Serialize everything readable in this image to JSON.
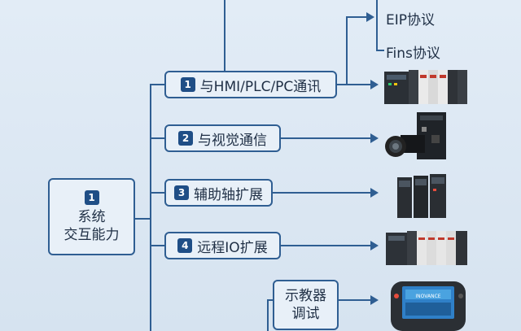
{
  "system": {
    "num": "1",
    "line1": "系统",
    "line2": "交互能力"
  },
  "items": [
    {
      "num": "1",
      "label": "与HMI/PLC/PC通讯"
    },
    {
      "num": "2",
      "label": "与视觉通信"
    },
    {
      "num": "3",
      "label": "辅助轴扩展"
    },
    {
      "num": "4",
      "label": "远程IO扩展"
    }
  ],
  "teach": {
    "line1": "示教器",
    "line2": "调试"
  },
  "protocols": [
    "EIP协议",
    "Fins协议"
  ],
  "pendant_brand": "INOVANCE",
  "colors": {
    "line": "#2f5e92",
    "badge": "#1f4e86",
    "bg": "#e2ecf6"
  }
}
